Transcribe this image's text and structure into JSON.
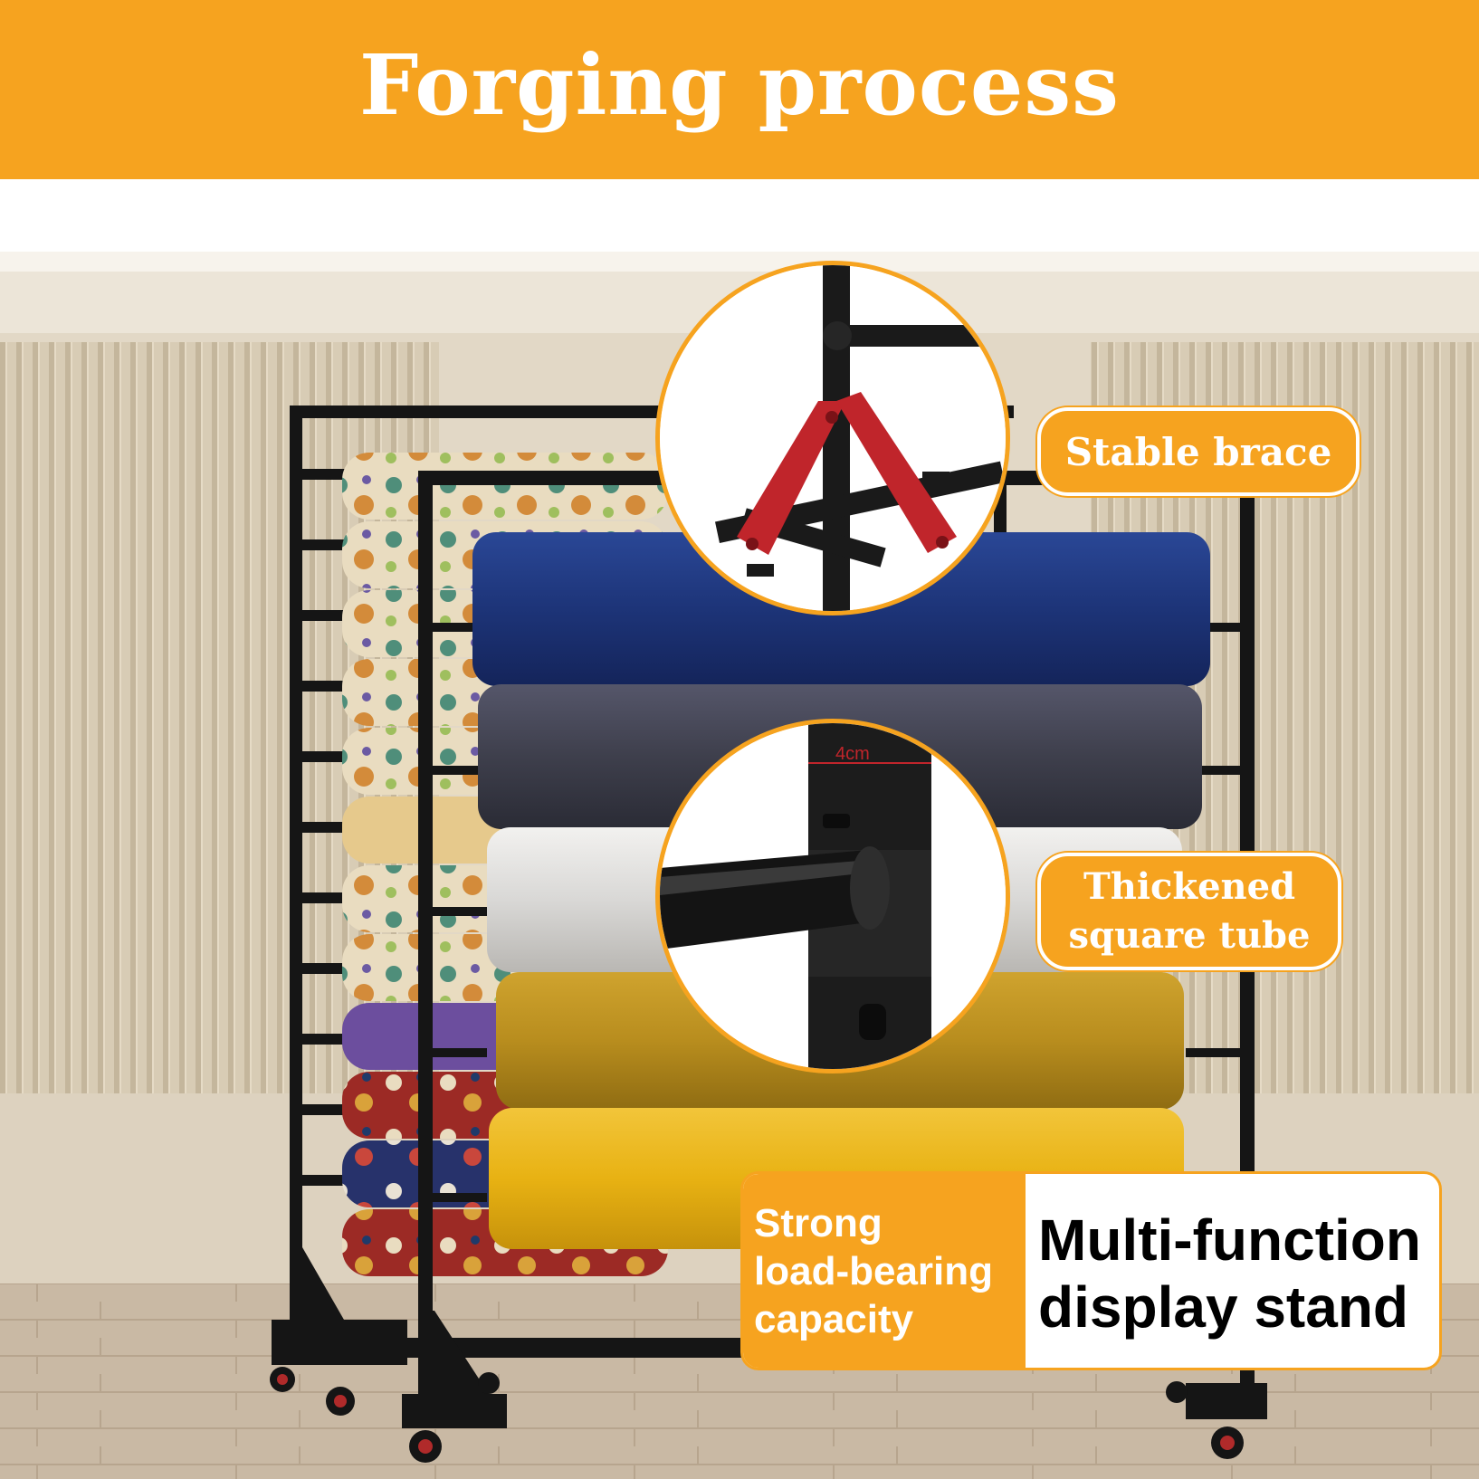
{
  "banner": {
    "title": "Forging process"
  },
  "callouts": {
    "stable_brace": "Stable brace",
    "thickened_line1": "Thickened",
    "thickened_line2": "square tube",
    "dimension": "4cm"
  },
  "feature_box": {
    "left_line1": "Strong",
    "left_line2": "load-bearing",
    "left_line3": "capacity",
    "right_line1": "Multi-function",
    "right_line2": "display stand"
  },
  "colors": {
    "accent": "#f6a31f",
    "frame": "#151515",
    "brace": "#c0252b",
    "roll_navy": "#1d3478",
    "roll_grey": "#3e3f4c",
    "roll_silver": "#d9d8d6",
    "roll_mustard": "#b88d1e",
    "roll_yellow": "#e8b213"
  }
}
